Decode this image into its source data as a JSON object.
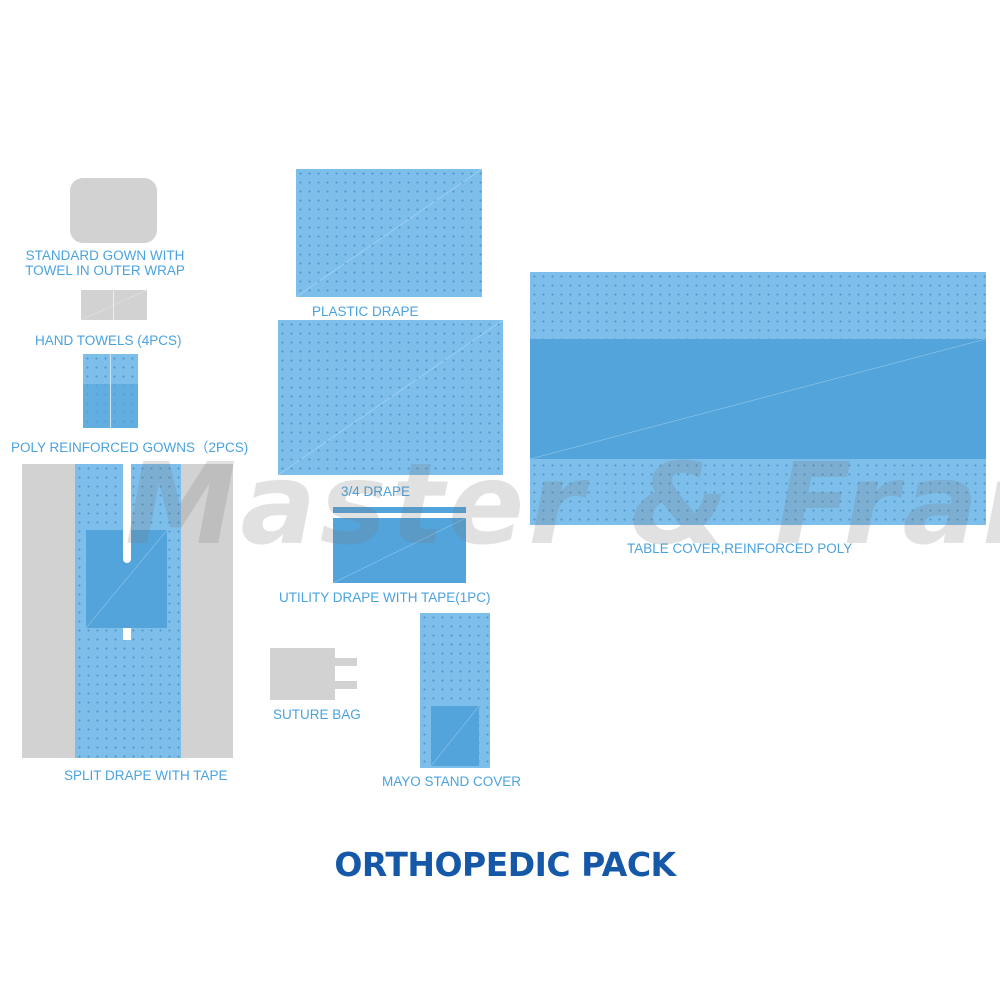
{
  "items": {
    "gown_wrap": {
      "label_line1": "STANDARD GOWN WITH",
      "label_line2": "TOWEL IN OUTER WRAP"
    },
    "hand_towels": {
      "label": "HAND TOWELS (4PCS)"
    },
    "poly_gowns": {
      "label": "POLY REINFORCED GOWNS（2PCS)"
    },
    "split_drape": {
      "label": "SPLIT DRAPE WITH TAPE"
    },
    "plastic_drape": {
      "label": "PLASTIC DRAPE"
    },
    "three_quarter_drape": {
      "label": "3/4 DRAPE"
    },
    "utility_drape": {
      "label": "UTILITY DRAPE  WITH TAPE(1PC)"
    },
    "suture_bag": {
      "label": "SUTURE BAG"
    },
    "mayo_stand_cover": {
      "label": "MAYO STAND COVER"
    },
    "table_cover": {
      "label": "TABLE COVER,REINFORCED POLY"
    }
  },
  "watermark": "Master & Frank",
  "title": "ORTHOPEDIC PACK",
  "colors": {
    "light_blue": "#7dbeeb",
    "dark_blue": "#52a4db",
    "grey": "#d2d2d2",
    "label": "#4aa3df",
    "title": "#1558a8"
  }
}
